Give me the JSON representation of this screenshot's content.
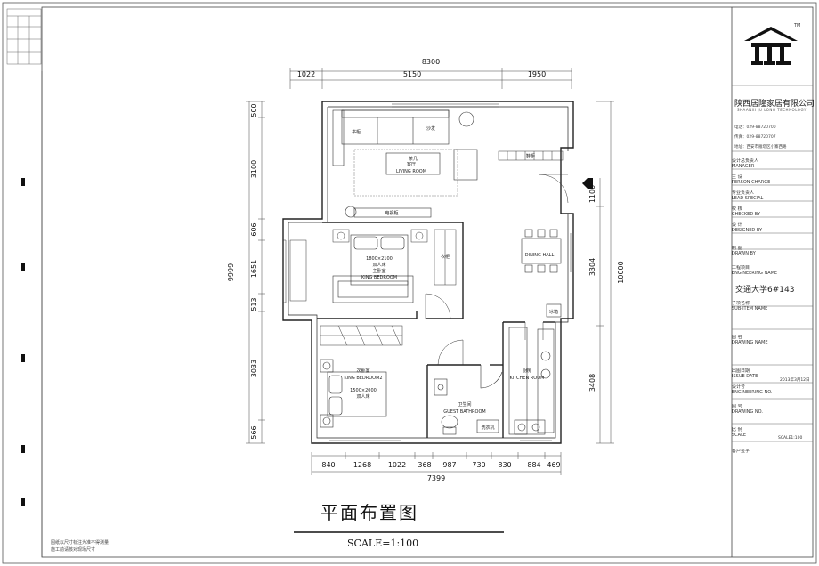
{
  "drawing": {
    "title": "平面布置图",
    "scale": "SCALE=1:100",
    "notes": [
      "图纸以尺寸标注为准不得测量",
      "施工前请核对现场尺寸"
    ],
    "dims": {
      "top_total": "8300",
      "top_segments": [
        "1022",
        "5150",
        "1950"
      ],
      "bottom_total": "7399",
      "bottom_segments": [
        "840",
        "1268",
        "1022",
        "368",
        "987",
        "730",
        "830",
        "884",
        "469"
      ],
      "left_total": "9999",
      "left_segments": [
        "500",
        "3100",
        "606",
        "1651",
        "513",
        "3033",
        "566"
      ],
      "right_total": "10000",
      "right_segments": [
        "3304",
        "3408"
      ],
      "right_small": "1100"
    },
    "rooms": {
      "living_label": "客厅",
      "living_code": "LIVING ROOM",
      "living_dim": "",
      "bed1_label": "双人床",
      "bed1_dim": "1800×2100",
      "bed1_code": "KING BEDROOM",
      "bed1_room": "主卧室",
      "bed2_label": "双人床",
      "bed2_dim": "1500×2000",
      "bed2_code": "KING BEDROOM2",
      "bed2_room": "次卧室",
      "kitchen_label": "厨房",
      "kitchen_code": "KITCHEN ROOM",
      "bath_label": "卫生间",
      "bath_code": "GUEST BATHROOM",
      "dining_code": "DINING HALL",
      "tv_label": "电视柜",
      "sofa_label": "沙发",
      "fridge_label": "冰箱",
      "wardrobe_label": "衣柜",
      "shoe_label": "鞋柜",
      "wash_label": "洗衣机",
      "tea_label": "茶几",
      "bookcase_label": "书柜"
    }
  },
  "title_block": {
    "company": "陕西居隆家居有限公司",
    "company_en": "SHAANXI JU LONG TECHNOLOGY",
    "tm": "TM",
    "phone": "电话：029-88720700",
    "fax": "传真：029-88720707",
    "address": "地址：西安市雁塔区小寨西路",
    "rows": [
      {
        "label": "设计总负责人",
        "sub": "MANAGER"
      },
      {
        "label": "主  设",
        "sub": "PERSON CHARGE"
      },
      {
        "label": "专业负责人",
        "sub": "LEAD SPECIAL"
      },
      {
        "label": "校  核",
        "sub": "CHECKED BY"
      },
      {
        "label": "设  计",
        "sub": "DESIGNED BY"
      },
      {
        "label": "制  图",
        "sub": "DRAWN BY"
      }
    ],
    "project_label": "工程项目",
    "project_sub": "ENGINEERING NAME",
    "project_name": "交通大学6#143",
    "subitem_label": "子项名称",
    "subitem_sub": "SUB-ITEM NAME",
    "drawing_name_label": "图  名",
    "drawing_name_sub": "DRAWING NAME",
    "issue_label": "出图日期",
    "issue_sub": "ISSUE DATE",
    "issue_date": "2013年3月12日",
    "eng_label": "设计号",
    "eng_sub": "ENGINEERING NO.",
    "drawing_no_label": "图  号",
    "drawing_no_sub": "DRAWING NO.",
    "scale_label": "比  例",
    "scale_sub": "SCALE",
    "scale_value": "SCALE1:100",
    "sign_label": "客户签字"
  }
}
